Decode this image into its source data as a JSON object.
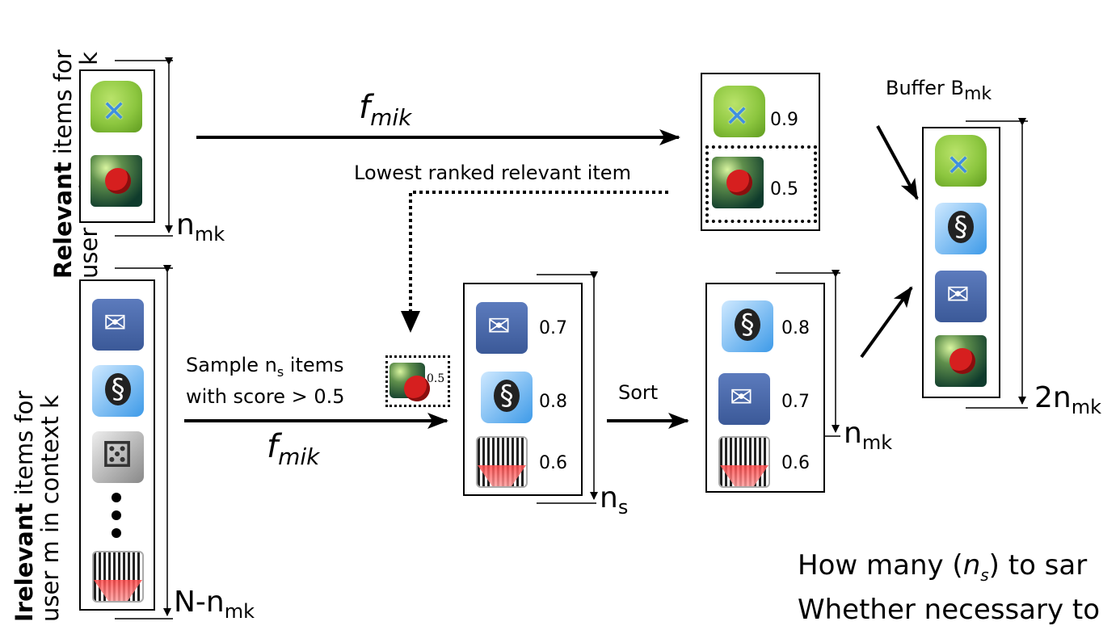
{
  "rotated": {
    "relevant_bold": "Relevant",
    "relevant_line1_rest": " items for",
    "relevant_line2": "user m in context k",
    "irrelevant_bold": "Irelevant",
    "irrelevant_line1_rest": " items for",
    "irrelevant_line2": "user m in context k"
  },
  "labels": {
    "f_mik_top": "f",
    "f_mik_top_sub": "mik",
    "f_mik_bottom": "f",
    "f_mik_bottom_sub": "mik",
    "lowest_ranked": "Lowest ranked relevant item",
    "sample_line1_pre": "Sample n",
    "sample_line1_sub": "s",
    "sample_line1_post": " items",
    "sample_line2": "with score > 0.5",
    "sort": "Sort",
    "buffer_pre": "Buffer B",
    "buffer_sub": "mk"
  },
  "dims": {
    "n_mk_left": "n",
    "n_mk_left_sub": "mk",
    "N_n_mk": "N-n",
    "N_n_mk_sub": "mk",
    "n_s": "n",
    "n_s_sub": "s",
    "n_mk_right": "n",
    "n_mk_right_sub": "mk",
    "two_n_mk": "2n",
    "two_n_mk_sub": "mk"
  },
  "scores": {
    "top_android": "0.9",
    "top_bird": "0.5",
    "small_bird": "0.5",
    "sample_messenger": "0.7",
    "sample_shazam": "0.8",
    "sample_barcode": "0.6",
    "sorted_shazam": "0.8",
    "sorted_messenger": "0.7",
    "sorted_barcode": "0.6"
  },
  "bottom_text": {
    "q1_pre": "How many (",
    "q1_var": "n",
    "q1_var_sub": "s",
    "q1_post": ") to sar",
    "q2": "Whether necessary to"
  },
  "icons": [
    "android-icon",
    "angry-bird-icon",
    "messenger-icon",
    "shazam-icon",
    "domino-icon",
    "barcode-icon"
  ]
}
